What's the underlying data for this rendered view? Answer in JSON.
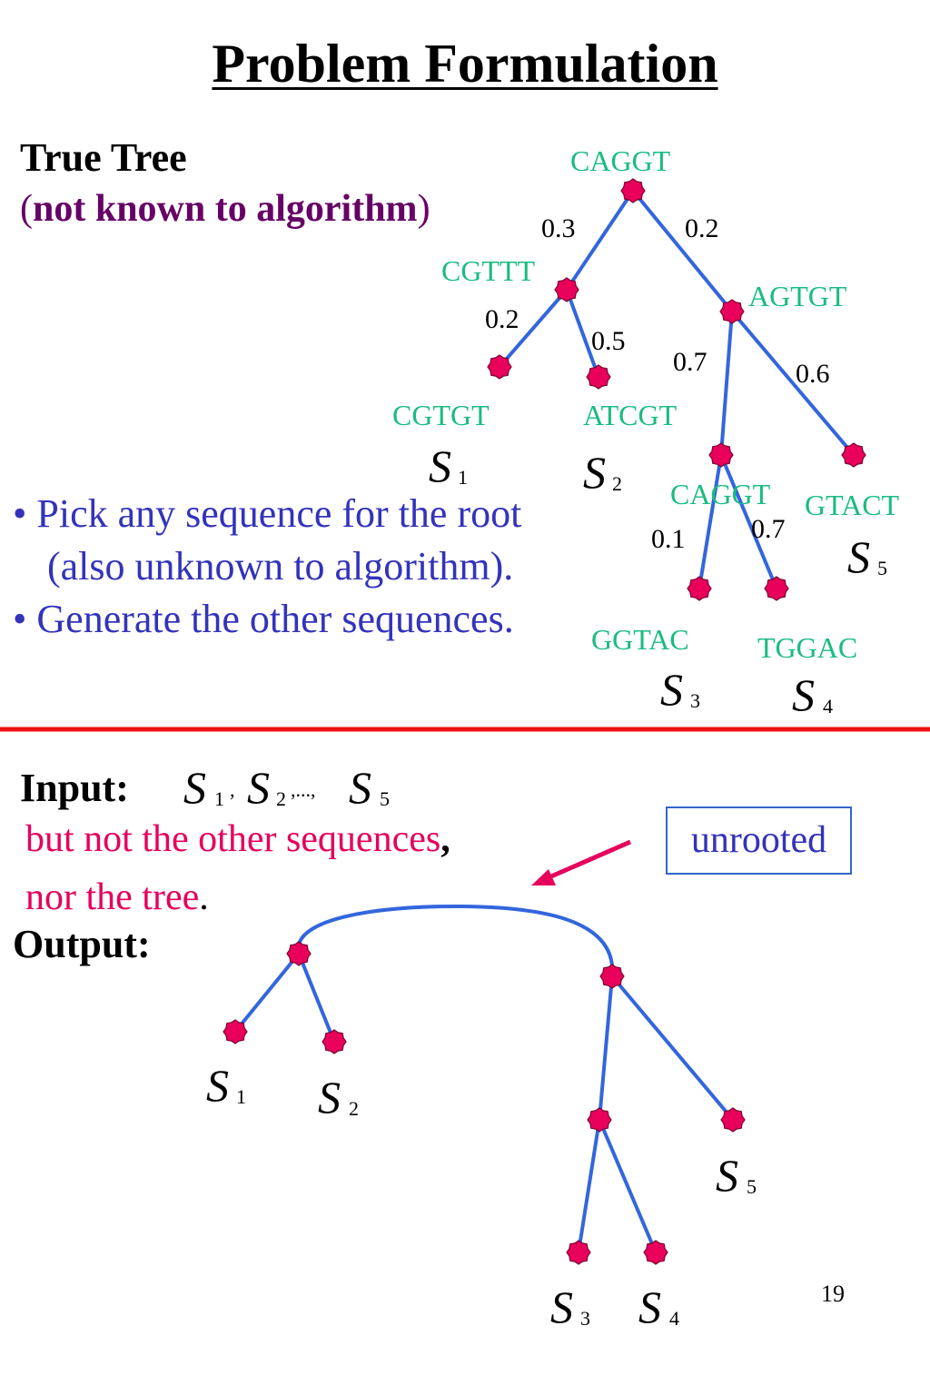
{
  "slide": {
    "title": "Problem Formulation",
    "page_number": "19"
  },
  "true_tree_section": {
    "heading": "True Tree",
    "note_open": "(",
    "note": "not known to algorithm",
    "note_close": ")",
    "bullets": [
      "• Pick any sequence for the root",
      "(also unknown to algorithm).",
      "• Generate the other sequences."
    ]
  },
  "true_tree": {
    "sequences": {
      "root": "CAGGT",
      "left_internal": "CGTTT",
      "right_internal": "AGTGT",
      "s1": "CGTGT",
      "s2": "ATCGT",
      "s3_s4_parent": "CAGGT",
      "s5": "GTACT",
      "s3": "GGTAC",
      "s4": "TGGAC"
    },
    "branch_lengths": {
      "root_left": "0.3",
      "root_right": "0.2",
      "left_s1": "0.2",
      "left_s2": "0.5",
      "right_inner": "0.7",
      "right_s5": "0.6",
      "inner_s3": "0.1",
      "inner_s4": "0.7"
    },
    "leaf_labels": {
      "s": "S",
      "s1": "1",
      "s2": "2",
      "s3": "3",
      "s4": "4",
      "s5": "5"
    }
  },
  "io_section": {
    "input_label": "Input:",
    "input_sep1": ",",
    "input_ellipsis": ",...,",
    "input_note_pink": "but not the other sequences",
    "input_note_comma": ",",
    "input_note2_pink": "nor the tree",
    "input_note2_period": ".",
    "output_label": "Output:",
    "unrooted_label": "unrooted"
  },
  "colors": {
    "edge": "#3366dd",
    "node": "#e8005a",
    "sequence_text": "#1abc80",
    "divider": "#ee1111",
    "bullet_text": "#3333bb",
    "pink_text": "#e6005c",
    "purple_text": "#660066",
    "arrow": "#e6005c"
  }
}
